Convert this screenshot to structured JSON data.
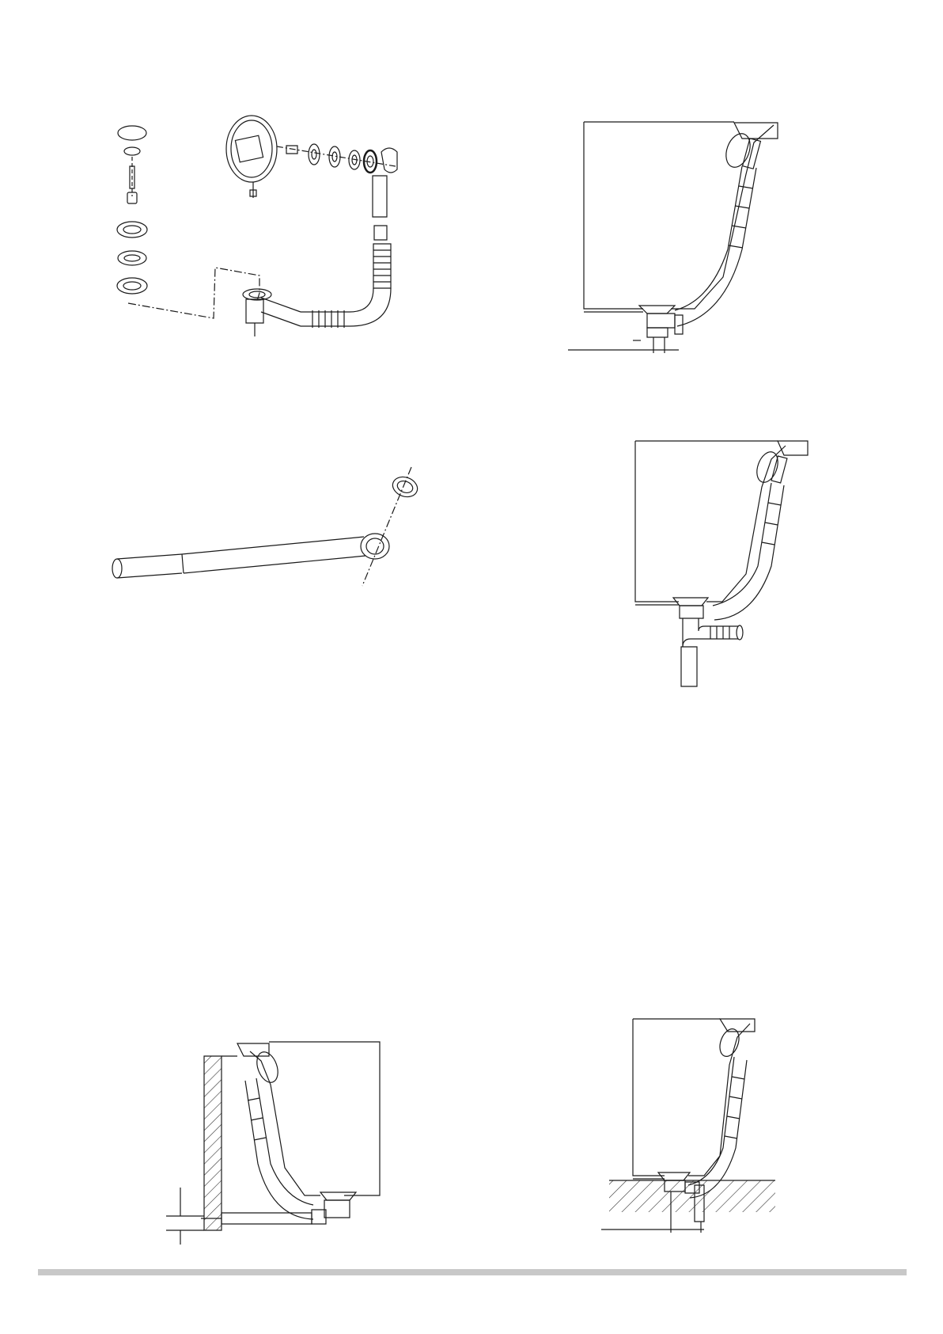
{
  "colors": {
    "line": "#1a1a1a",
    "footer_rule": "#c8c8c8",
    "background": "#ffffff",
    "hatch": "#333333"
  },
  "figures": [
    {
      "id": "exploded-assembly"
    },
    {
      "id": "tub-installation-cross-section"
    },
    {
      "id": "flexible-waste-pipe"
    },
    {
      "id": "tub-with-p-trap"
    },
    {
      "id": "wall-mounted-installation"
    },
    {
      "id": "floor-mounted-installation"
    }
  ]
}
